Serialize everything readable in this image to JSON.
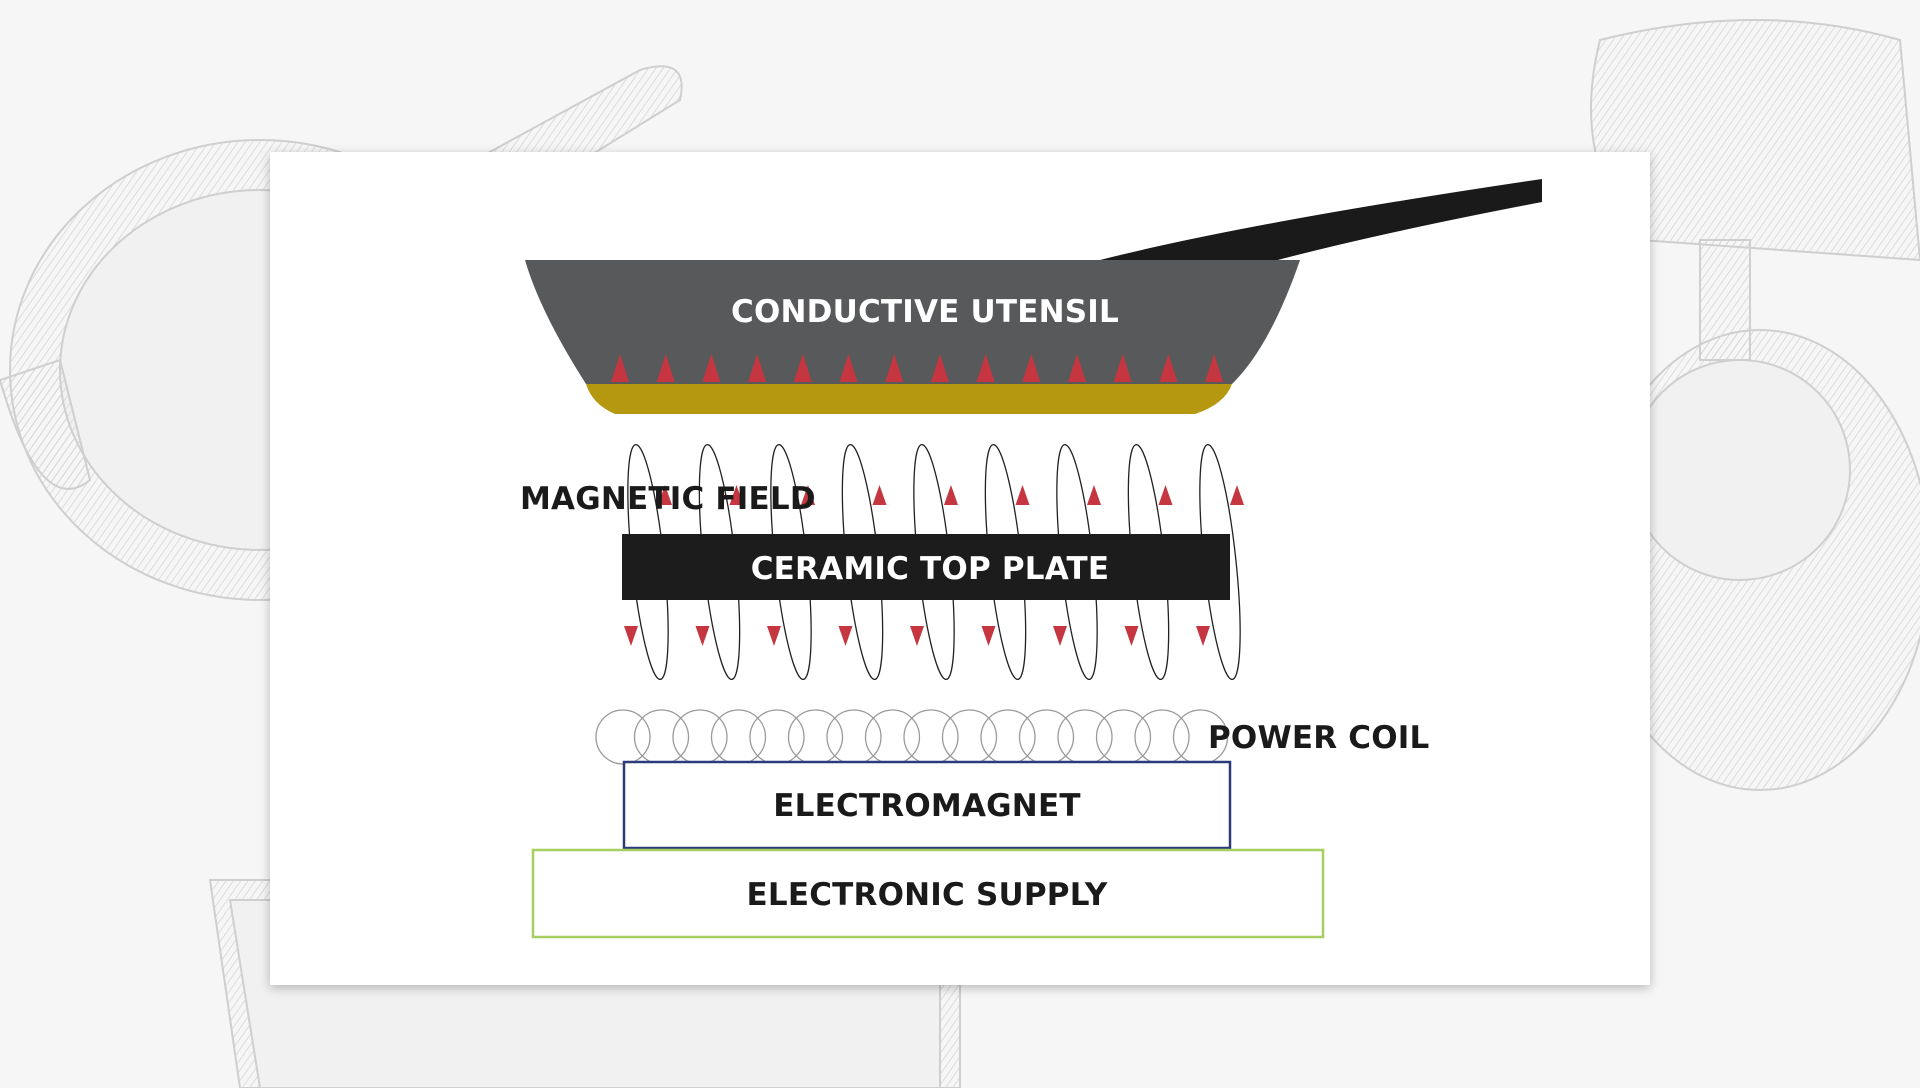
{
  "diagram": {
    "labels": {
      "utensil": "CONDUCTIVE UTENSIL",
      "magnetic_field": "MAGNETIC FIELD",
      "top_plate": "CERAMIC TOP PLATE",
      "power_coil": "POWER COIL",
      "electromagnet": "ELECTROMAGNET",
      "electronic_supply": "ELECTRONIC SUPPLY"
    },
    "counts": {
      "heat_arrows": 14,
      "field_loops": 9,
      "coil_turns": 16
    },
    "colors": {
      "pan_body": "#58595b",
      "pan_handle": "#1a1a1a",
      "pan_base": "#b5980f",
      "heat_arrow": "#c53640",
      "top_plate": "#1c1c1c",
      "electromagnet_border": "#2b3a7a",
      "supply_border": "#a6cf5f",
      "label_dark": "#1a1a1a",
      "label_light": "#ffffff"
    },
    "icons": {
      "background_left": "cast-iron-skillet-engraving",
      "background_right": "stand-mixer-engraving",
      "background_bottom": "baking-pan-engraving"
    }
  }
}
